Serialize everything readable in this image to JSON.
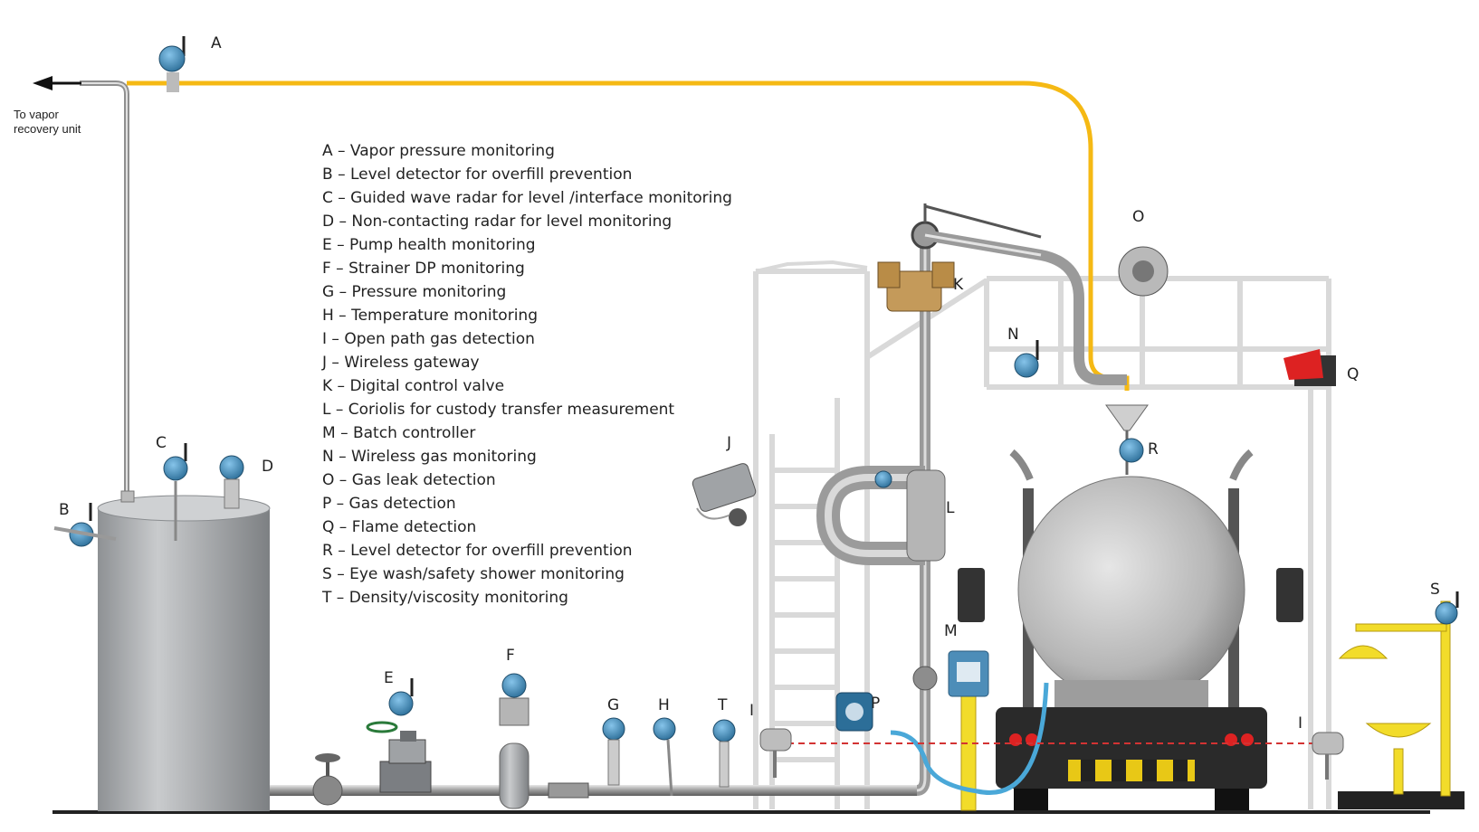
{
  "legend": [
    "A – Vapor pressure monitoring",
    "B – Level detector for overfill prevention",
    "C – Guided wave radar for level /interface monitoring",
    "D – Non-contacting radar for level monitoring",
    "E – Pump health monitoring",
    "F – Strainer DP monitoring",
    "G – Pressure monitoring",
    "H – Temperature monitoring",
    "I – Open path gas detection",
    "J – Wireless gateway",
    "K – Digital control valve",
    "L – Coriolis for custody transfer measurement",
    "M – Batch controller",
    "N – Wireless gas monitoring",
    "O – Gas leak detection",
    "P – Gas detection",
    "Q – Flame detection",
    "R – Level detector for overfill prevention",
    "S – Eye wash/safety shower monitoring",
    "T – Density/viscosity monitoring"
  ],
  "vapor_note": "To vapor recovery unit",
  "tags": {
    "A": "A",
    "B": "B",
    "C": "C",
    "D": "D",
    "E": "E",
    "F": "F",
    "G": "G",
    "H": "H",
    "T": "T",
    "I1": "I",
    "I2": "I",
    "P": "P",
    "J": "J",
    "K": "K",
    "L": "L",
    "M": "M",
    "N": "N",
    "O": "O",
    "Q": "Q",
    "R": "R",
    "S": "S"
  },
  "colors": {
    "vapor_line": "#f5b914",
    "transmitter": "#3d7fa8",
    "tank": "#a9abad",
    "cable": "#4aa8d8",
    "beam": "#d33333",
    "safety_yellow": "#f2dc2a"
  }
}
